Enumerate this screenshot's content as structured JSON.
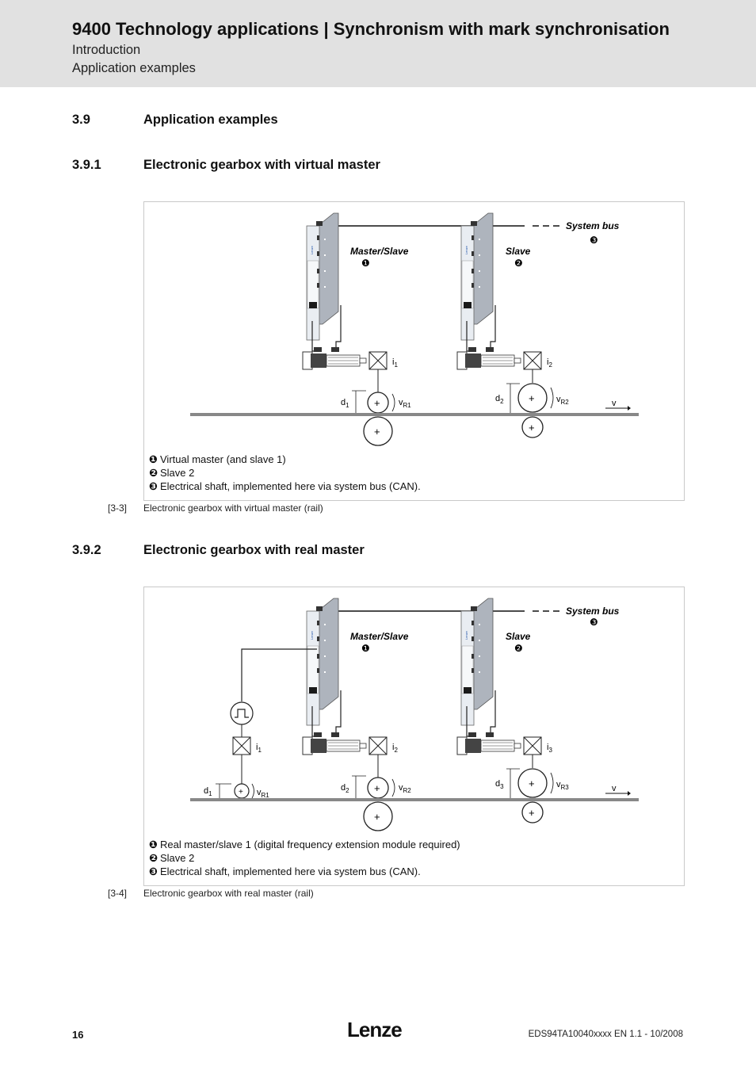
{
  "header": {
    "title": "9400 Technology applications | Synchronism with mark synchronisation",
    "line1": "Introduction",
    "line2": "Application examples"
  },
  "sections": {
    "s39": {
      "num": "3.9",
      "title": "Application examples"
    },
    "s391": {
      "num": "3.9.1",
      "title": "Electronic gearbox with virtual master"
    },
    "s392": {
      "num": "3.9.2",
      "title": "Electronic gearbox with real master"
    }
  },
  "fig1": {
    "system_bus": "System bus",
    "master_slave": "Master/Slave",
    "slave": "Slave",
    "marker1": "❶",
    "marker2": "❷",
    "marker3": "❸",
    "labels": {
      "i1": "i",
      "i1s": "1",
      "i2": "i",
      "i2s": "2",
      "d1": "d",
      "d1s": "1",
      "d2": "d",
      "d2s": "2",
      "v1": "v",
      "v1s": "R1",
      "v2": "v",
      "v2s": "R2",
      "v": "v"
    },
    "legend": [
      {
        "marker": "❶",
        "text": "Virtual master (and slave 1)"
      },
      {
        "marker": "❷",
        "text": "Slave 2"
      },
      {
        "marker": "❸",
        "text": "Electrical shaft, implemented here via system bus (CAN)."
      }
    ],
    "caption_num": "[3-3]",
    "caption_text": "Electronic gearbox with virtual master (rail)"
  },
  "fig2": {
    "system_bus": "System bus",
    "master_slave": "Master/Slave",
    "slave": "Slave",
    "marker1": "❶",
    "marker2": "❷",
    "marker3": "❸",
    "labels": {
      "i1": "i",
      "i1s": "1",
      "i2": "i",
      "i2s": "2",
      "i3": "i",
      "i3s": "3",
      "d1": "d",
      "d1s": "1",
      "d2": "d",
      "d2s": "2",
      "d3": "d",
      "d3s": "3",
      "v1": "v",
      "v1s": "R1",
      "v2": "v",
      "v2s": "R2",
      "v3": "v",
      "v3s": "R3",
      "v": "v"
    },
    "legend": [
      {
        "marker": "❶",
        "text": "Real master/slave 1 (digital frequency extension module required)"
      },
      {
        "marker": "❷",
        "text": "Slave 2"
      },
      {
        "marker": "❸",
        "text": "Electrical shaft, implemented here via system bus (CAN)."
      }
    ],
    "caption_num": "[3-4]",
    "caption_text": "Electronic gearbox with real master (rail)"
  },
  "footer": {
    "page": "16",
    "logo": "Lenze",
    "doc": "EDS94TA10040xxxx EN 1.1 - 10/2008"
  }
}
